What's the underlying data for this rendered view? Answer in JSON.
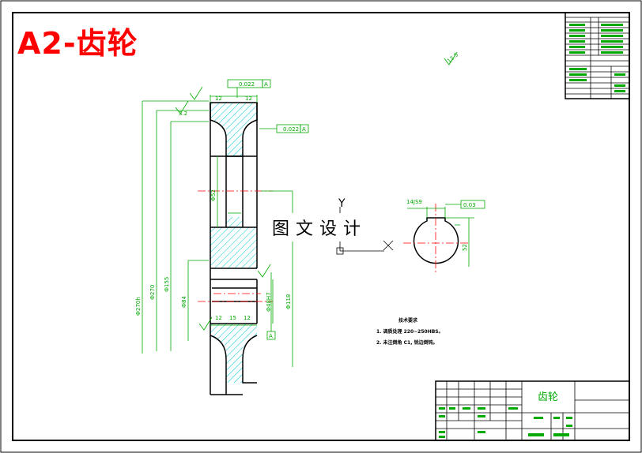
{
  "title_overlay": "A2-齿轮",
  "watermark": "图文设计",
  "axis_label": "Y",
  "title_block": {
    "part_name": "齿轮"
  },
  "dimensions": {
    "d1": "Ф270h",
    "d2": "Ф270",
    "d3": "Ф155",
    "d4": "Ф118",
    "d5": "Ф84",
    "d6": "Ф48H7",
    "bore": "Ф52",
    "bore2": "52",
    "keyway": "14JS9",
    "roughness_main": "3.2",
    "roughness_corner": "12.5",
    "dim_top_left": "12",
    "dim_top_right": "12",
    "dim_bottom_mid": "15",
    "dim_bottom_left": "12",
    "dim_bottom_right": "12",
    "tol1": "0.022",
    "tol2": "0.022",
    "tol3": "0.03",
    "datum": "A"
  },
  "notes": {
    "heading": "技术要求",
    "line1": "1. 调质处理 220~250HBS。",
    "line2": "2. 未注倒角 C1, 锐边倒钝。"
  }
}
